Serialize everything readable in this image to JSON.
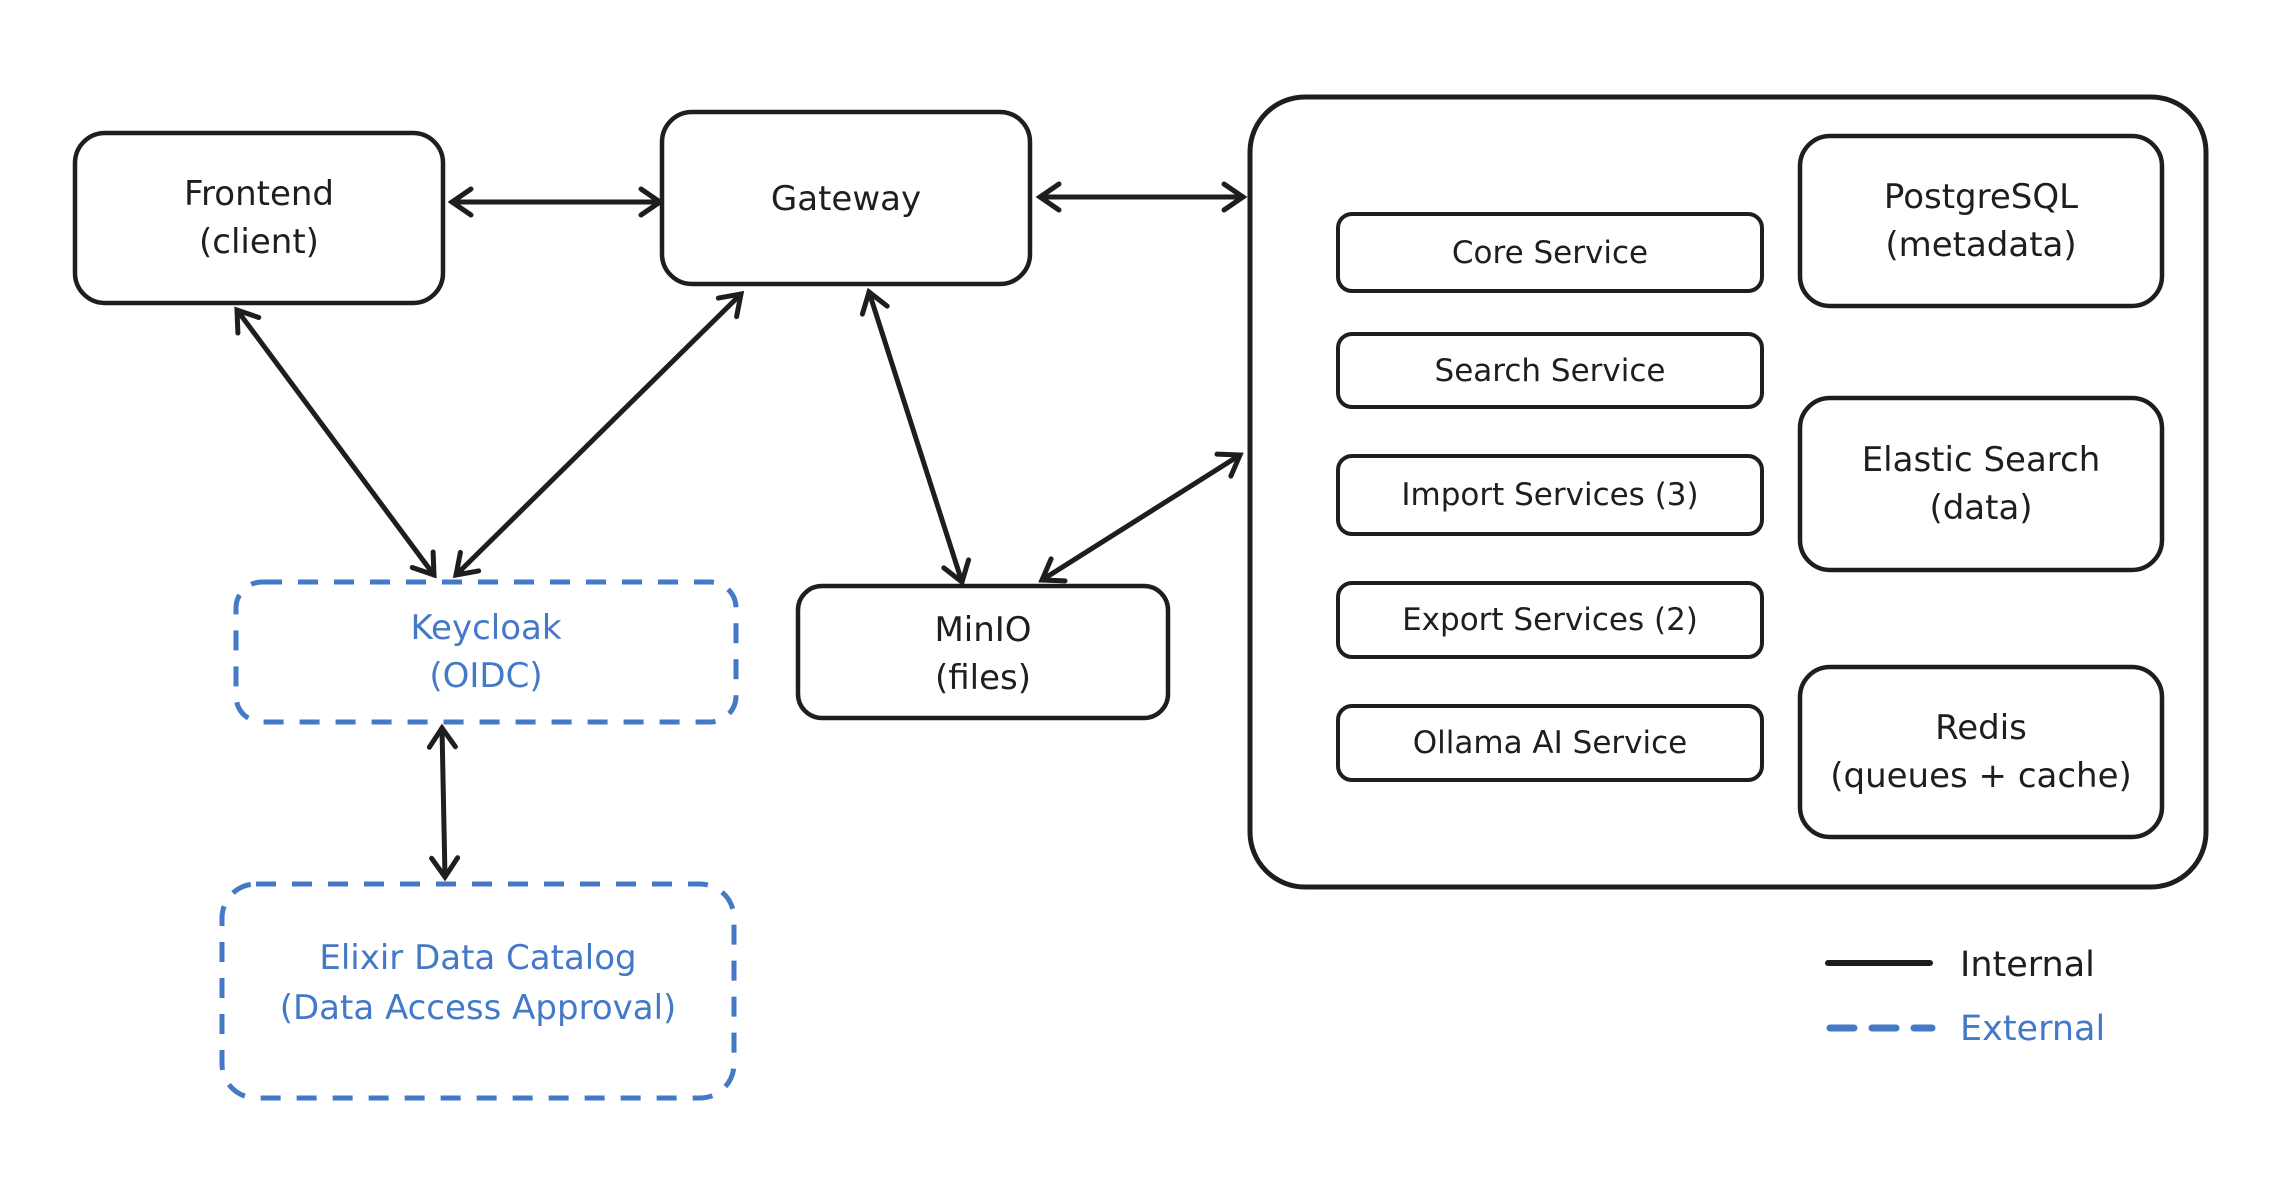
{
  "diagram": {
    "colors": {
      "ink": "#1e1e1e",
      "external_blue": "#4379c7",
      "background": "#ffffff"
    },
    "nodes": {
      "frontend": {
        "line1": "Frontend",
        "line2": "(client)"
      },
      "gateway": {
        "label": "Gateway"
      },
      "minio": {
        "line1": "MinIO",
        "line2": "(files)"
      },
      "keycloak": {
        "line1": "Keycloak",
        "line2": "(OIDC)"
      },
      "elixir": {
        "line1": "Elixir Data Catalog",
        "line2": "(Data Access Approval)"
      }
    },
    "cluster": {
      "services": [
        {
          "label": "Core Service"
        },
        {
          "label": "Search Service"
        },
        {
          "label": "Import Services (3)"
        },
        {
          "label": "Export Services (2)"
        },
        {
          "label": "Ollama AI Service"
        }
      ],
      "datastores": [
        {
          "line1": "PostgreSQL",
          "line2": "(metadata)"
        },
        {
          "line1": "Elastic Search",
          "line2": "(data)"
        },
        {
          "line1": "Redis",
          "line2": "(queues + cache)"
        }
      ]
    },
    "legend": {
      "internal_label": "Internal",
      "external_label": "External"
    }
  }
}
